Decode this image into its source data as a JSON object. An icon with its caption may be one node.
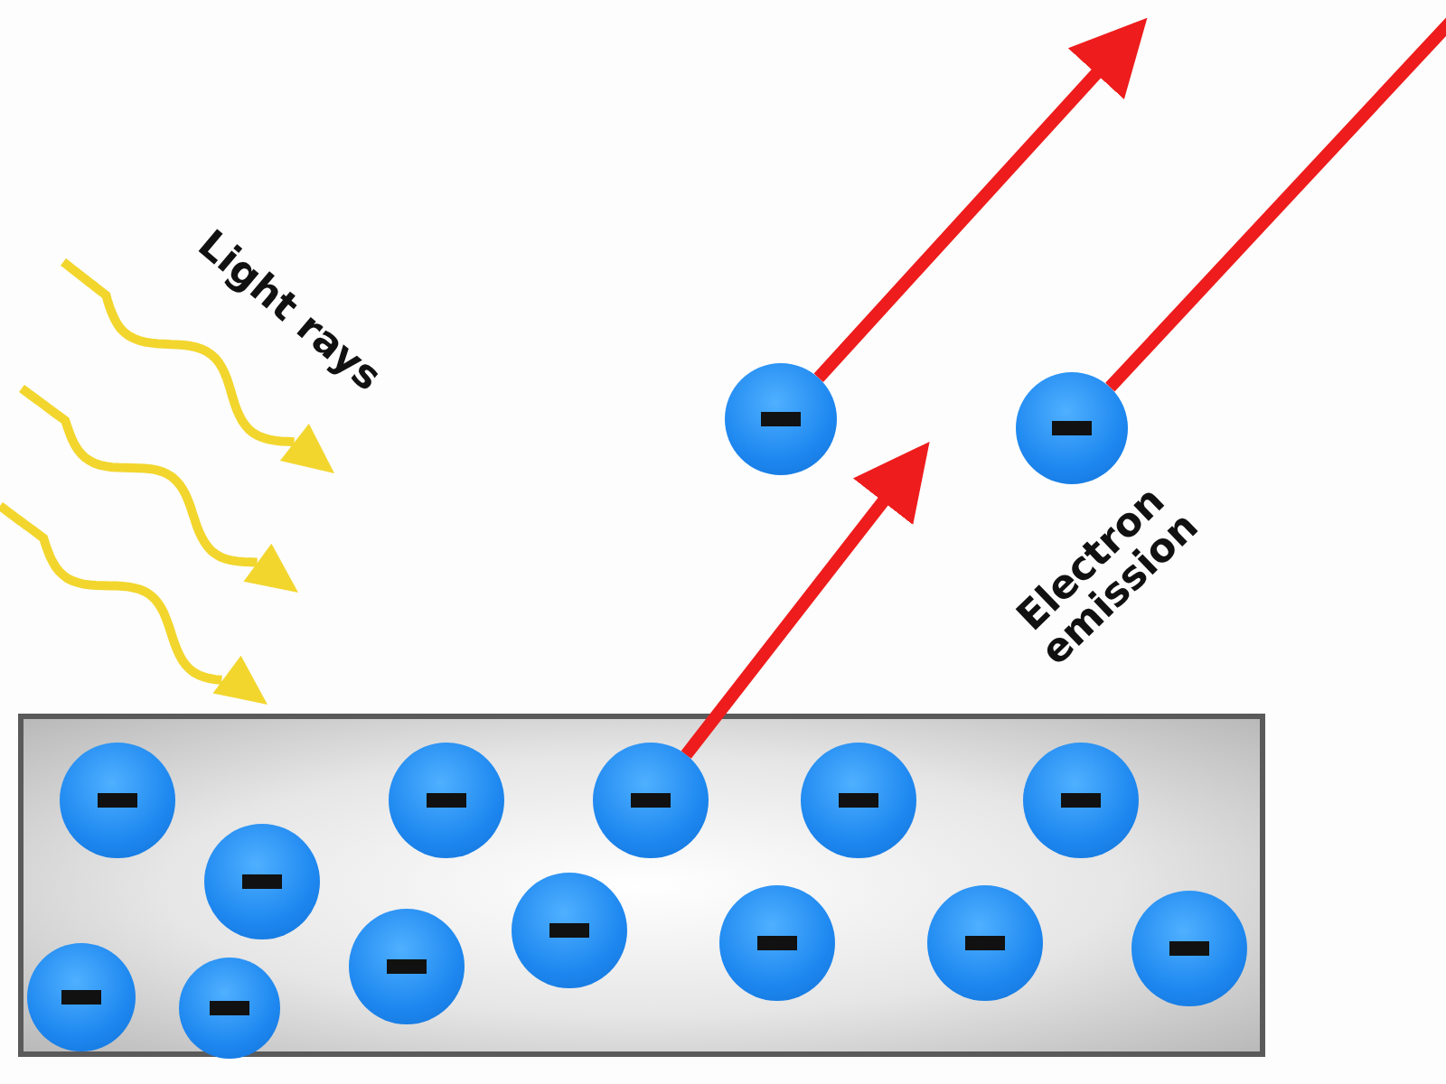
{
  "diagram": {
    "nodes": [
      {
        "text": [],
        "shape": "circle"
      },
      {
        "text": [],
        "shape": "circle"
      },
      {
        "text": [],
        "shape": "box"
      },
      {
        "text": [],
        "shape": "circle",
        "in": 2
      },
      {
        "text": [],
        "shape": "circle",
        "in": 2
      },
      {
        "text": [],
        "shape": "circle",
        "in": 2
      },
      {
        "text": [],
        "shape": "circle",
        "in": 2
      },
      {
        "text": [],
        "shape": "circle",
        "in": 2
      },
      {
        "text": [],
        "shape": "circle",
        "in": 2
      },
      {
        "text": [],
        "shape": "circle",
        "in": 2
      },
      {
        "text": [],
        "shape": "circle",
        "in": 2
      },
      {
        "text": [],
        "shape": "circle",
        "in": 2
      },
      {
        "text": [],
        "shape": "circle",
        "in": 2
      },
      {
        "text": [],
        "shape": "circle",
        "in": 2
      },
      {
        "text": [],
        "shape": "circle",
        "in": 2
      },
      {
        "text": [],
        "shape": "circle",
        "in": 2
      }
    ],
    "edges": [
      {
        "from": 0,
        "to": null,
        "arrow": "to"
      },
      {
        "from": 1,
        "to": null,
        "arrow": "none"
      },
      {
        "from": 5,
        "to": null,
        "arrow": "to"
      }
    ],
    "labels": [
      "Light rays",
      "Electron emission"
    ]
  }
}
